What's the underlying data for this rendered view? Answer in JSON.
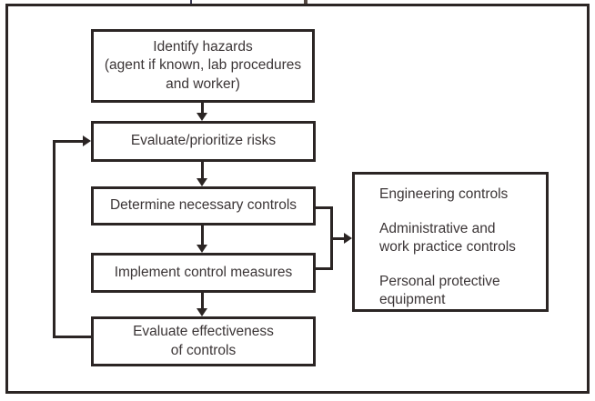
{
  "figure": {
    "flow_boxes": [
      {
        "id": "identify-hazards",
        "lines": [
          "Identify hazards",
          "(agent if known, lab procedures",
          "and worker)"
        ]
      },
      {
        "id": "evaluate-prioritize-risks",
        "lines": [
          "Evaluate/prioritize risks"
        ]
      },
      {
        "id": "determine-necessary-controls",
        "lines": [
          "Determine necessary controls"
        ]
      },
      {
        "id": "implement-control-measures",
        "lines": [
          "Implement control measures"
        ]
      },
      {
        "id": "evaluate-effectiveness",
        "lines": [
          "Evaluate effectiveness",
          "of controls"
        ]
      }
    ],
    "controls_list": {
      "items": [
        {
          "lines": [
            "Engineering controls"
          ]
        },
        {
          "lines": [
            "Administrative and",
            "work practice controls"
          ]
        },
        {
          "lines": [
            "Personal protective",
            "equipment"
          ]
        }
      ]
    }
  },
  "colors": {
    "line": "#2b2524",
    "text": "#3b3536",
    "background": "#ffffff"
  }
}
